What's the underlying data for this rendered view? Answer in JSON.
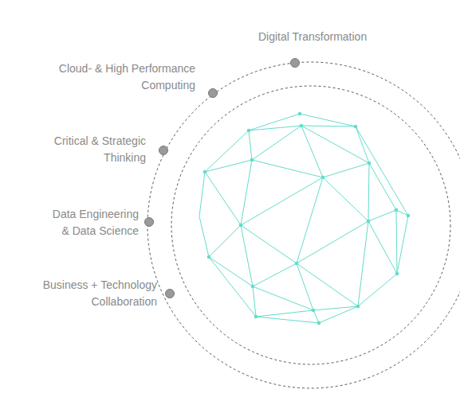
{
  "diagram": {
    "labels": [
      "Digital Transformation",
      "Cloud- & High Performance Computing",
      "Critical & Strategic Thinking",
      "Data Engineering & Data Science",
      "Business + Technology Collaboration"
    ]
  }
}
